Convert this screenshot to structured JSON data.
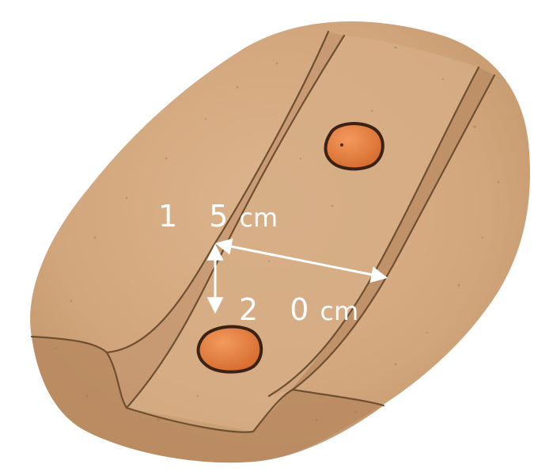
{
  "illustration": {
    "subject": "soil-mound-with-furrow-and-two-seeds",
    "colors": {
      "soil_light": "#d8b089",
      "soil_mid": "#c89d73",
      "soil_dark": "#9c7651",
      "furrow_line": "#6e5031",
      "seed_fill": "#e07a3c",
      "seed_outline": "#3b2214",
      "dimension_color": "#ffffff"
    }
  },
  "dimensions": {
    "seed_spacing": {
      "number": "1 5",
      "unit": "cm"
    },
    "row_width": {
      "number": "2 0",
      "unit": "cm"
    }
  }
}
